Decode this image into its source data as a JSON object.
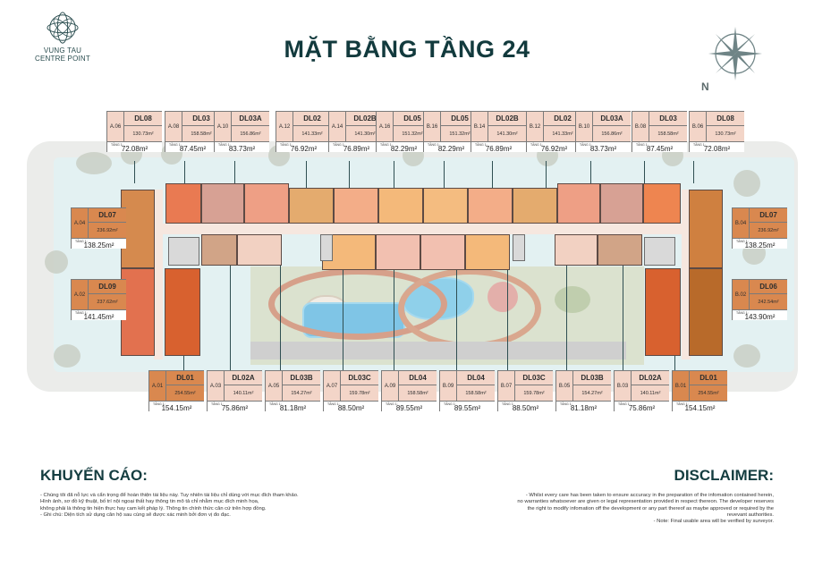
{
  "logo": {
    "line1": "VUNG TAU",
    "line2": "CENTRE POINT"
  },
  "title": "MẶT BẰNG TẦNG 24",
  "compass": {
    "north_label": "N"
  },
  "colors": {
    "title": "#123a3d",
    "pink_unit": "#f3d5c8",
    "orange_unit": "#d9884f",
    "pool": "#7fc5e6"
  },
  "floor_label_prefix": "TẦNG 1:",
  "units_top": [
    {
      "code": "A.06",
      "type": "DL08",
      "area": "130.73m²",
      "floor1": "72.08m²",
      "style": "pink"
    },
    {
      "code": "A.08",
      "type": "DL03",
      "area": "158.58m²",
      "floor1": "87.45m²",
      "style": "pink"
    },
    {
      "code": "A.10",
      "type": "DL03A",
      "area": "156.86m²",
      "floor1": "83.73m²",
      "style": "pink"
    },
    {
      "code": "A.12",
      "type": "DL02",
      "area": "141.33m²",
      "floor1": "76.92m²",
      "style": "pink"
    },
    {
      "code": "A.14",
      "type": "DL02B",
      "area": "141.30m²",
      "floor1": "76.89m²",
      "style": "pink"
    },
    {
      "code": "A.16",
      "type": "DL05",
      "area": "151.32m²",
      "floor1": "82.29m²",
      "style": "pink"
    },
    {
      "code": "B.16",
      "type": "DL05",
      "area": "151.32m²",
      "floor1": "82.29m²",
      "style": "pink"
    },
    {
      "code": "B.14",
      "type": "DL02B",
      "area": "141.30m²",
      "floor1": "76.89m²",
      "style": "pink"
    },
    {
      "code": "B.12",
      "type": "DL02",
      "area": "141.33m²",
      "floor1": "76.92m²",
      "style": "pink"
    },
    {
      "code": "B.10",
      "type": "DL03A",
      "area": "156.86m²",
      "floor1": "83.73m²",
      "style": "pink"
    },
    {
      "code": "B.08",
      "type": "DL03",
      "area": "158.58m²",
      "floor1": "87.45m²",
      "style": "pink"
    },
    {
      "code": "B.06",
      "type": "DL08",
      "area": "130.73m²",
      "floor1": "72.08m²",
      "style": "pink"
    }
  ],
  "units_left": [
    {
      "code": "A.04",
      "type": "DL07",
      "area": "236.92m²",
      "floor1": "138.25m²",
      "style": "orange"
    },
    {
      "code": "A.02",
      "type": "DL09",
      "area": "237.62m²",
      "floor1": "141.45m²",
      "style": "orange"
    }
  ],
  "units_right": [
    {
      "code": "B.04",
      "type": "DL07",
      "area": "236.92m²",
      "floor1": "138.25m²",
      "style": "orange"
    },
    {
      "code": "B.02",
      "type": "DL06",
      "area": "242.54m²",
      "floor1": "143.90m²",
      "style": "orange"
    }
  ],
  "units_bottom": [
    {
      "code": "A.01",
      "type": "DL01",
      "area": "254.55m²",
      "floor1": "154.15m²",
      "style": "orange"
    },
    {
      "code": "A.03",
      "type": "DL02A",
      "area": "140.11m²",
      "floor1": "75.86m²",
      "style": "pink"
    },
    {
      "code": "A.05",
      "type": "DL03B",
      "area": "154.27m²",
      "floor1": "81.18m²",
      "style": "pink"
    },
    {
      "code": "A.07",
      "type": "DL03C",
      "area": "159.78m²",
      "floor1": "88.50m²",
      "style": "pink"
    },
    {
      "code": "A.09",
      "type": "DL04",
      "area": "158.58m²",
      "floor1": "89.55m²",
      "style": "pink"
    },
    {
      "code": "B.09",
      "type": "DL04",
      "area": "158.58m²",
      "floor1": "89.55m²",
      "style": "pink"
    },
    {
      "code": "B.07",
      "type": "DL03C",
      "area": "159.78m²",
      "floor1": "88.50m²",
      "style": "pink"
    },
    {
      "code": "B.05",
      "type": "DL03B",
      "area": "154.27m²",
      "floor1": "81.18m²",
      "style": "pink"
    },
    {
      "code": "B.03",
      "type": "DL02A",
      "area": "140.11m²",
      "floor1": "75.86m²",
      "style": "pink"
    },
    {
      "code": "B.01",
      "type": "DL01",
      "area": "254.55m²",
      "floor1": "154.15m²",
      "style": "orange"
    }
  ],
  "disclaimer_vi": {
    "title": "KHUYẾN CÁO:",
    "line1": "- Chúng tôi đã nỗ lực và cẩn trọng để hoàn thiện tài liệu này. Tuy nhiên tài liệu chỉ dùng với mục đích tham khảo.",
    "line2": "Hình ảnh, sơ đồ kỹ thuật, bố trí nội ngoại thất hay thông tin mô tả chỉ nhằm mục đích minh họa,",
    "line3": "không phải là thông tin hiện thực hay cam kết pháp lý. Thông tin chính thức căn cứ trên hợp đồng.",
    "line4": "- Ghi chú: Diện tích sử dụng căn hộ sau cùng sẽ được xác minh bởi đơn vị đo đạc."
  },
  "disclaimer_en": {
    "title": "DISCLAIMER:",
    "line1": "- Whilst every care has been taken to ensure accuracy in the preparation of the infomation contained herein,",
    "line2": "no warranties whatsoever are given or legal representation provided in respect thereon. The developer reserves",
    "line3": "the right to modify infomation off the development or any part thereof as maybe approved or required by the",
    "line4": "revevant authorities.",
    "line5": "- Note: Final usable area will be verified by surveyor."
  }
}
